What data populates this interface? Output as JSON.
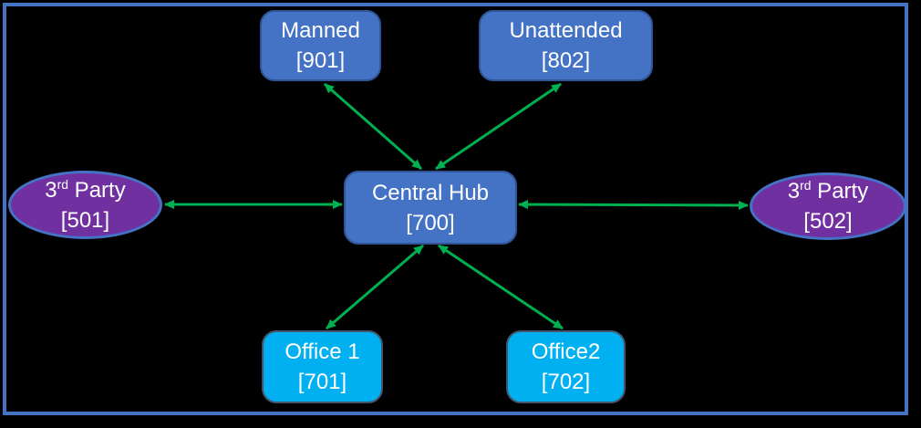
{
  "diagram": {
    "type": "hub-and-spoke network topology",
    "nodes": {
      "manned": {
        "label": "Manned",
        "code": "[901]",
        "shape": "rounded-rect",
        "fill": "#4472C4"
      },
      "unattended": {
        "label": "Unattended",
        "code": "[802]",
        "shape": "rounded-rect",
        "fill": "#4472C4"
      },
      "central_hub": {
        "label": "Central Hub",
        "code": "[700]",
        "shape": "rounded-rect",
        "fill": "#4472C4"
      },
      "office1": {
        "label": "Office 1",
        "code": "[701]",
        "shape": "rounded-rect",
        "fill": "#00B0F0"
      },
      "office2": {
        "label": "Office2",
        "code": "[702]",
        "shape": "rounded-rect",
        "fill": "#00B0F0"
      },
      "party501": {
        "label_prefix": "3",
        "label_sup": "rd",
        "label_suffix": " Party",
        "code": "[501]",
        "shape": "ellipse",
        "fill": "#7030A0"
      },
      "party502": {
        "label_prefix": "3",
        "label_sup": "rd",
        "label_suffix": " Party",
        "code": "[502]",
        "shape": "ellipse",
        "fill": "#7030A0"
      }
    },
    "edges": [
      {
        "from": "central_hub",
        "to": "manned",
        "bidirectional": true
      },
      {
        "from": "central_hub",
        "to": "unattended",
        "bidirectional": true
      },
      {
        "from": "central_hub",
        "to": "party501",
        "bidirectional": true
      },
      {
        "from": "central_hub",
        "to": "party502",
        "bidirectional": true
      },
      {
        "from": "central_hub",
        "to": "office1",
        "bidirectional": true
      },
      {
        "from": "central_hub",
        "to": "office2",
        "bidirectional": true
      }
    ],
    "colors": {
      "background": "#000000",
      "frame_border": "#4472C4",
      "hub_fill": "#4472C4",
      "hub_border": "#2F5597",
      "office_fill": "#00B0F0",
      "office_border": "#44546A",
      "party_fill": "#7030A0",
      "party_border": "#4472C4",
      "arrow": "#00B050",
      "text": "#FFFFFF"
    }
  }
}
